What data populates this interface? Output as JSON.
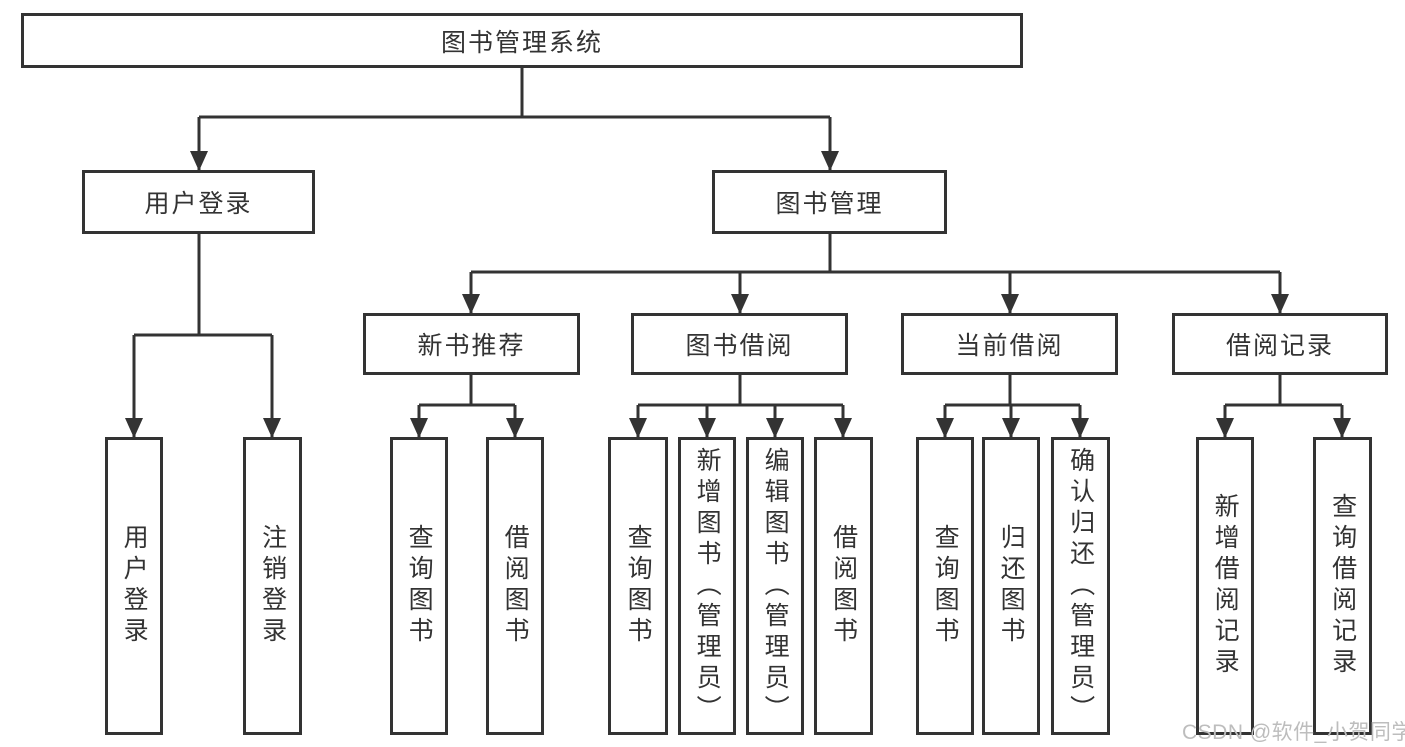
{
  "colors": {
    "line": "#333333",
    "box_border": "#333333",
    "box_background": "#ffffff",
    "text": "#333333",
    "watermark_text": "#bdbdbd"
  },
  "watermark": {
    "text": "CSDN @软件_小贺同学"
  },
  "tree": {
    "label": "图书管理系统",
    "children": [
      {
        "label": "用户登录",
        "children": [
          {
            "label": "用户登录"
          },
          {
            "label": "注销登录"
          }
        ]
      },
      {
        "label": "图书管理",
        "children": [
          {
            "label": "新书推荐",
            "children": [
              {
                "label": "查询图书"
              },
              {
                "label": "借阅图书"
              }
            ]
          },
          {
            "label": "图书借阅",
            "children": [
              {
                "label": "查询图书"
              },
              {
                "label": "新增图书（管理员）"
              },
              {
                "label": "编辑图书（管理员）"
              },
              {
                "label": "借阅图书"
              }
            ]
          },
          {
            "label": "当前借阅",
            "children": [
              {
                "label": "查询图书"
              },
              {
                "label": "归还图书"
              },
              {
                "label": "确认归还（管理员）"
              }
            ]
          },
          {
            "label": "借阅记录",
            "children": [
              {
                "label": "新增借阅记录"
              },
              {
                "label": "查询借阅记录"
              }
            ]
          }
        ]
      }
    ]
  }
}
